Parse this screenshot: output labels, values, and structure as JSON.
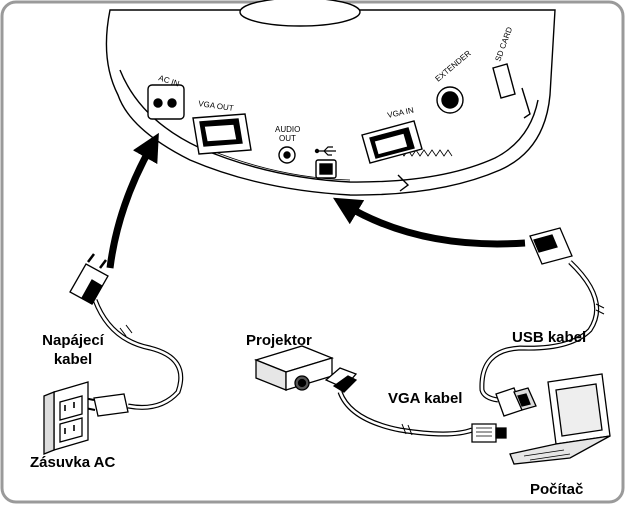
{
  "device_ports": {
    "ac_in": "AC IN",
    "vga_out": "VGA OUT",
    "audio_out_line1": "AUDIO",
    "audio_out_line2": "OUT",
    "vga_in": "VGA IN",
    "extender": "EXTENDER",
    "sd_card": "SD CARD"
  },
  "labels": {
    "power_cable_line1": "Napájecí",
    "power_cable_line2": "kabel",
    "ac_outlet": "Zásuvka AC",
    "projector": "Projektor",
    "vga_cable": "VGA kabel",
    "usb_cable": "USB kabel",
    "computer": "Počítač"
  },
  "colors": {
    "frame": "#9a9a9a",
    "outline": "#000000",
    "arrow": "#000000"
  }
}
